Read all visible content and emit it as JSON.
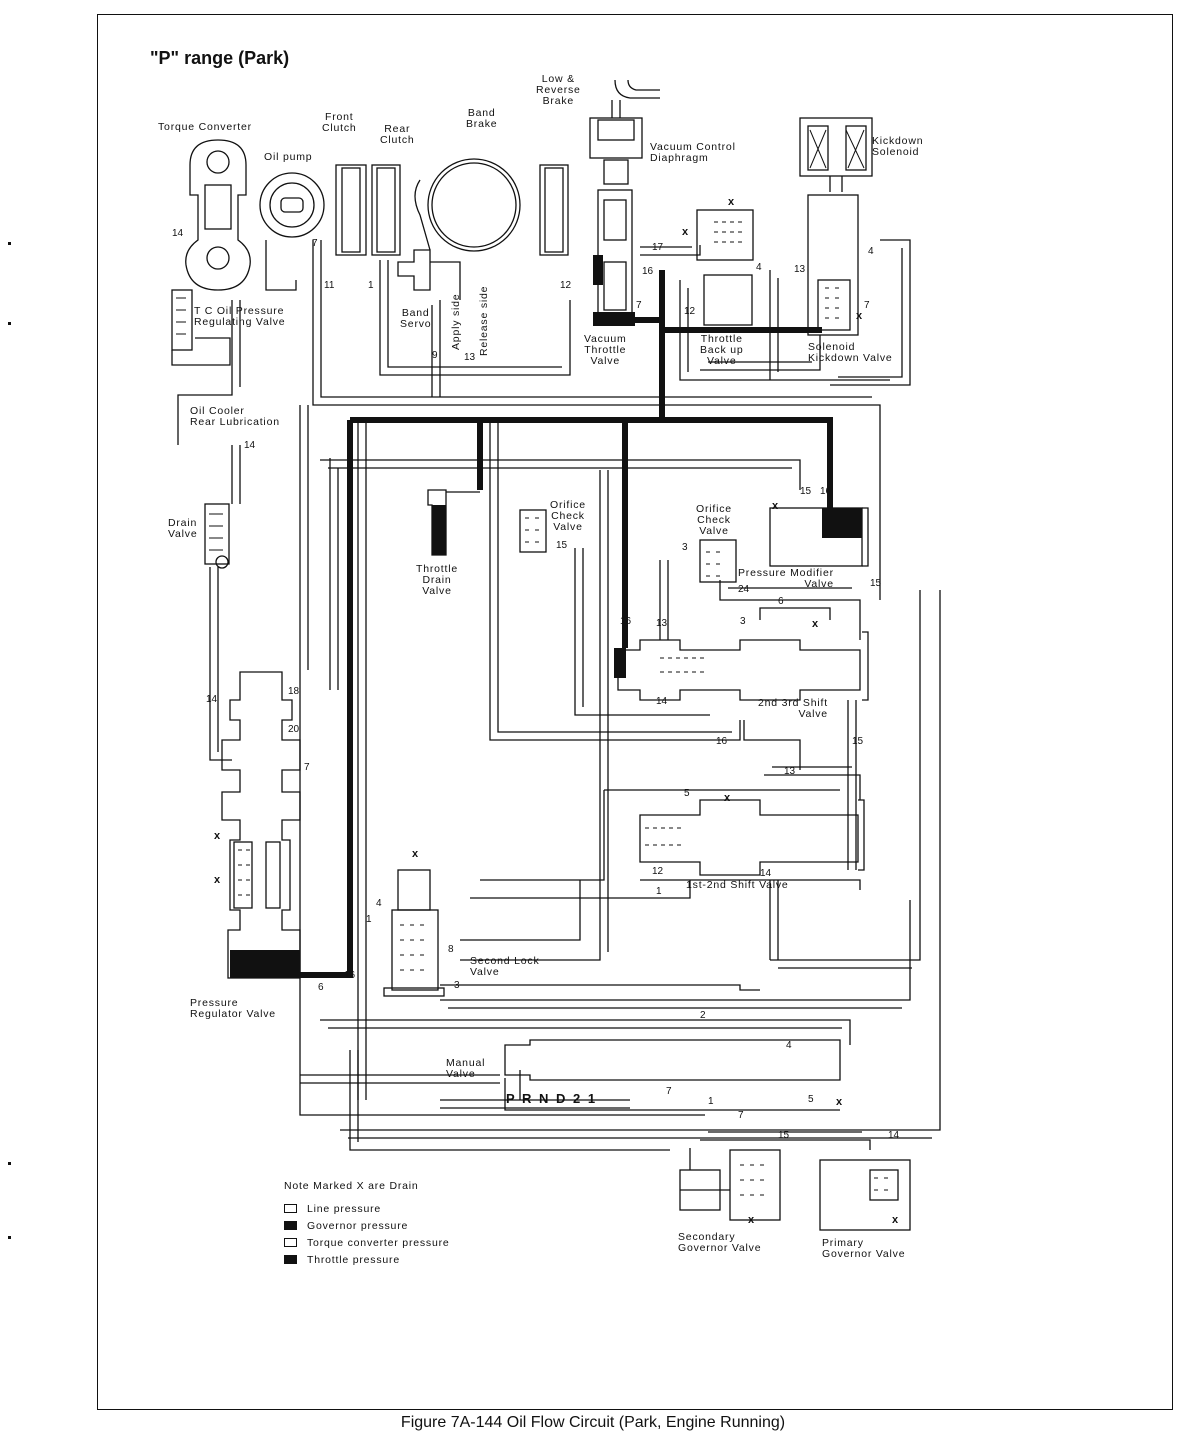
{
  "title": "\"P\" range (Park)",
  "caption": "Figure 7A-144 Oil Flow Circuit (Park, Engine Running)",
  "labels": {
    "torque_converter": "Torque Converter",
    "oil_pump": "Oil pump",
    "front_clutch": "Front\nClutch",
    "rear_clutch": "Rear\nClutch",
    "band_brake": "Band\nBrake",
    "low_reverse_brake": "Low &\nReverse\nBrake",
    "vacuum_control_diaphragm": "Vacuum Control\nDiaphragm",
    "kickdown_solenoid": "Kickdown\nSolenoid",
    "tc_oil_pressure_regulating_valve": "T C Oil Pressure\nRegulating Valve",
    "band_servo": "Band\nServo",
    "apply_side": "Apply side",
    "release_side": "Release side",
    "vacuum_throttle_valve": "Vacuum\nThrottle\nValve",
    "throttle_back_up_valve": "Throttle\nBack up\nValve",
    "solenoid_kickdown_valve": "Solenoid\nKickdown Valve",
    "oil_cooler_rear_lubrication": "Oil Cooler\nRear Lubrication",
    "drain_valve": "Drain\nValve",
    "throttle_drain_valve": "Throttle\nDrain\nValve",
    "orifice_check_valve_1": "Orifice\nCheck\nValve",
    "orifice_check_valve_2": "Orifice\nCheck\nValve",
    "pressure_modifier_valve": "Pressure Modifier\nValve",
    "shift_valve_2nd_3rd": "2nd 3rd Shift\nValve",
    "shift_valve_1st_2nd": "1st-2nd Shift Valve",
    "second_lock_valve": "Second Lock\nValve",
    "pressure_regulator_valve": "Pressure\nRegulator Valve",
    "manual_valve": "Manual\nValve",
    "prnd21": "P R N D 2 1",
    "secondary_governor_valve": "Secondary\nGovernor Valve",
    "primary_governor_valve": "Primary\nGovernor Valve"
  },
  "port_numbers": [
    "14",
    "7",
    "11",
    "1",
    "9",
    "13",
    "12",
    "17",
    "16",
    "7",
    "4",
    "12",
    "13",
    "4",
    "7",
    "14",
    "14",
    "18",
    "20",
    "7",
    "16",
    "13",
    "15",
    "15",
    "16",
    "3",
    "24",
    "6",
    "3",
    "14",
    "15",
    "16",
    "13",
    "15",
    "5",
    "14",
    "12",
    "1",
    "4",
    "8",
    "3",
    "1",
    "6",
    "16",
    "2",
    "4",
    "7",
    "1",
    "5",
    "7",
    "15",
    "14"
  ],
  "drain_mark": "x",
  "legend": {
    "note": "Note  Marked X are Drain",
    "items": [
      {
        "label": "Line pressure",
        "swatch": "outline"
      },
      {
        "label": "Governor pressure",
        "swatch": "filled"
      },
      {
        "label": "Torque converter pressure",
        "swatch": "outline"
      },
      {
        "label": "Throttle pressure",
        "swatch": "filled"
      }
    ]
  },
  "colors": {
    "ink": "#111111",
    "paper": "#ffffff"
  }
}
